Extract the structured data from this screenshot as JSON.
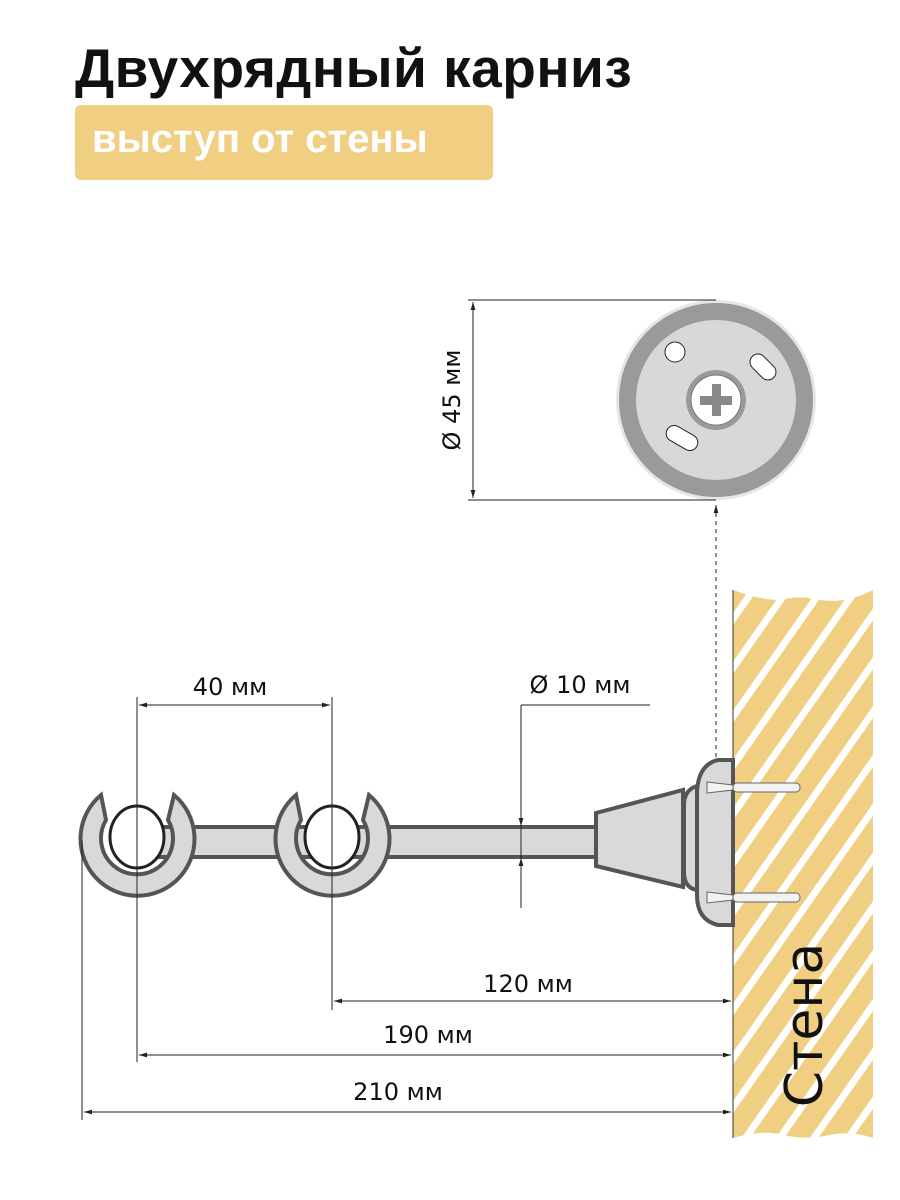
{
  "header": {
    "title": "Двухрядный карниз",
    "subtitle": "выступ от стены"
  },
  "dimensions": {
    "flange_diameter": "Ø 45 мм",
    "rod_diameter": "Ø 10 мм",
    "ring_spacing": "40 мм",
    "inner_ring_projection": "120 мм",
    "outer_ring_projection": "190 мм",
    "total_projection": "210 мм"
  },
  "wall_label": "Стена",
  "colors": {
    "accent": "#f0cf82",
    "metal": "#d9d9d9",
    "outline": "#555555"
  }
}
